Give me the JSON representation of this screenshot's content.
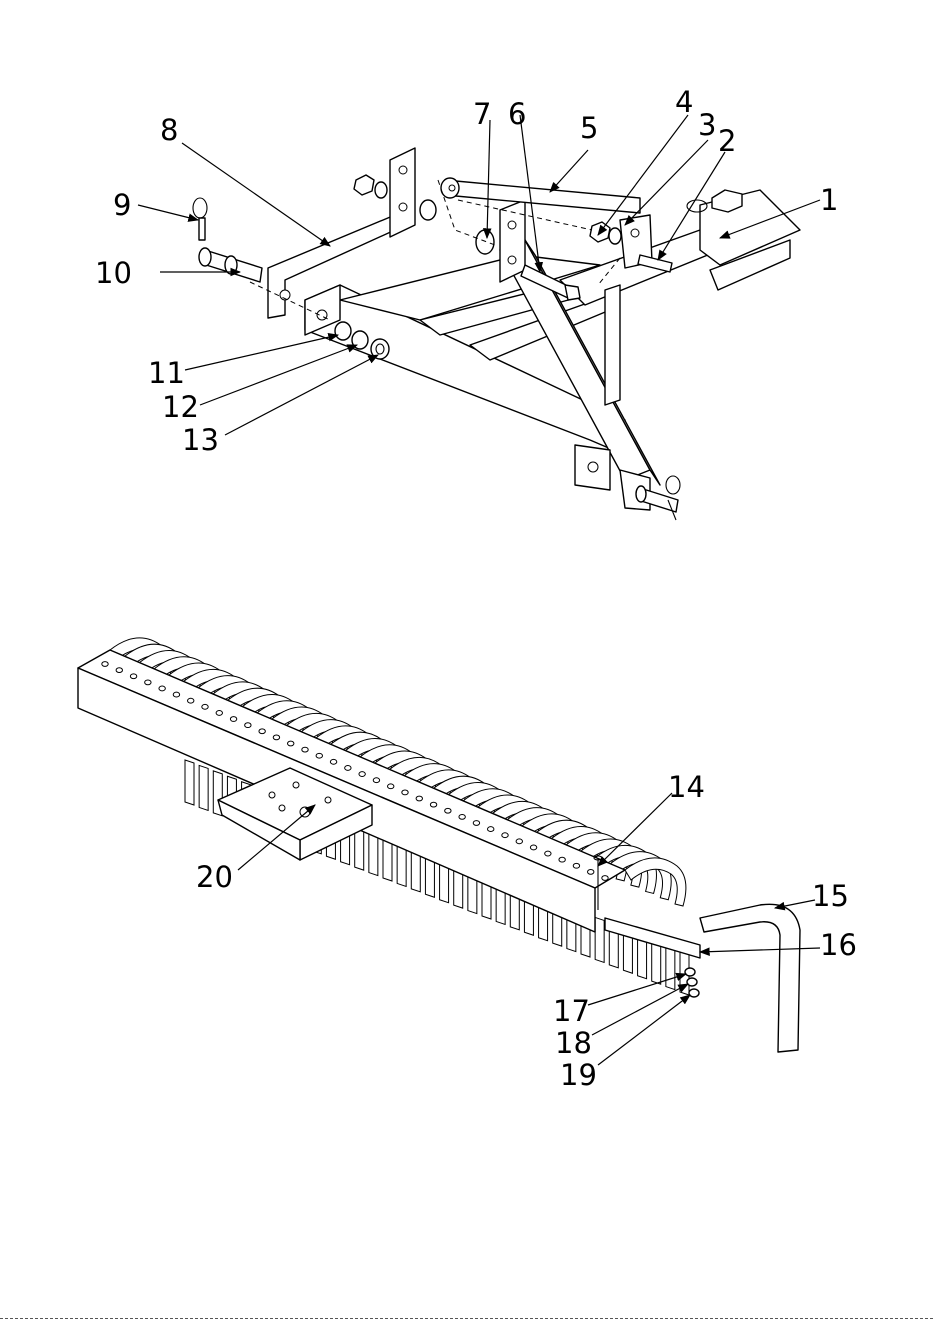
{
  "drawing": {
    "upper_assembly": {
      "callouts": [
        "1",
        "2",
        "3",
        "4",
        "5",
        "6",
        "7",
        "8",
        "9",
        "10",
        "11",
        "12",
        "13"
      ]
    },
    "lower_assembly": {
      "callouts": [
        "14",
        "15",
        "16",
        "17",
        "18",
        "19",
        "20"
      ]
    }
  }
}
